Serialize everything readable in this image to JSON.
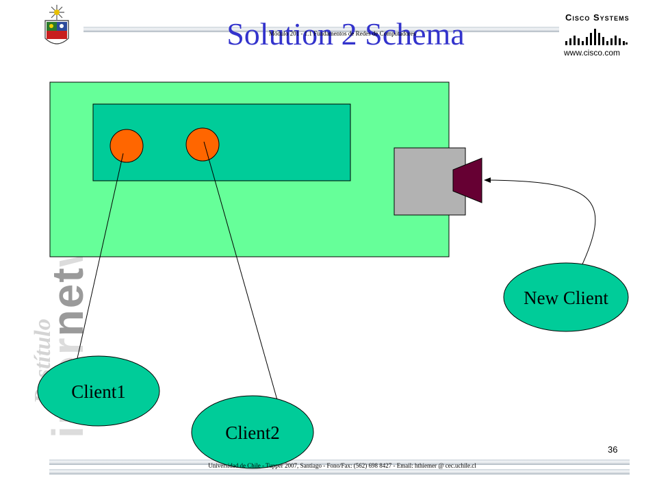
{
  "header": {
    "title": "Solution 2 Schema",
    "subtitle": "Módulo 201 - 1.1 Fundamentos de Redes de Computadores"
  },
  "branding": {
    "watermark_prefix": "inter",
    "watermark_highlight": "net",
    "watermark_suffix": "working",
    "postitulo": "Postítulo",
    "cisco_name": "Cisco Systems",
    "cisco_url": "www.cisco.com"
  },
  "diagram": {
    "nodes": [
      {
        "id": "new-client",
        "label": "New Client"
      },
      {
        "id": "client1",
        "label": "Client1"
      },
      {
        "id": "client2",
        "label": "Client2"
      }
    ],
    "colors": {
      "outer_box": "#66ff99",
      "inner_box": "#00cc99",
      "process_circle": "#ff6600",
      "socket_box": "#b2b2b2",
      "socket_port": "#660033",
      "client_ellipse": "#00cc99"
    }
  },
  "footer": {
    "page_number": "36",
    "text": "Universidad de Chile - Tupper 2007, Santiago - Fono/Fax: (562) 698 8427 - Email: hthiemer @ cec.uchile.cl"
  }
}
